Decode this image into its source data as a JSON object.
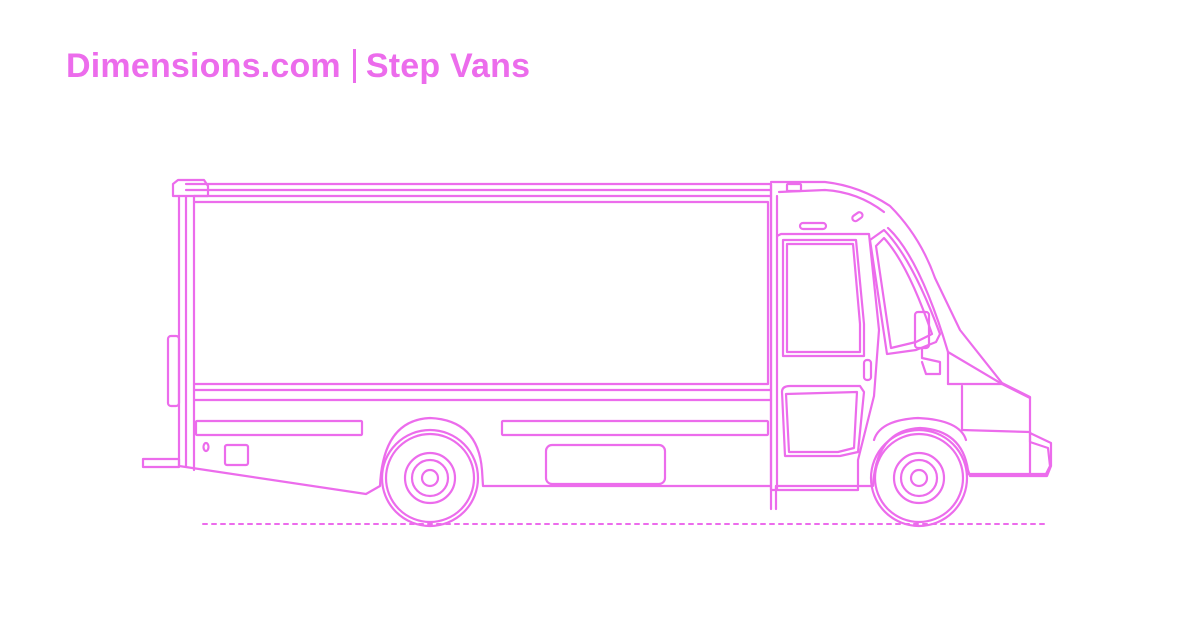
{
  "header": {
    "site": "Dimensions.com",
    "page": "Step Vans"
  },
  "theme": {
    "accent": "#ec6cec",
    "background": "#ffffff"
  },
  "illustration": {
    "subject": "step-van-side-elevation",
    "icon": "step-van-icon"
  }
}
